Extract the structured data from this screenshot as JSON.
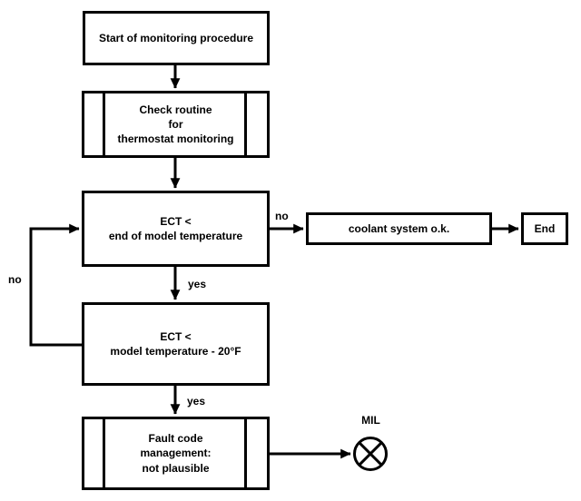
{
  "diagram": {
    "nodes": {
      "start": {
        "label": "Start of monitoring procedure"
      },
      "check_routine": {
        "label": "Check routine\nfor\nthermostat monitoring"
      },
      "ect_end_model": {
        "label": "ECT <\nend of model temperature"
      },
      "coolant_ok": {
        "label": "coolant system o.k."
      },
      "end": {
        "label": "End"
      },
      "ect_model_minus_20f": {
        "label": "ECT <\nmodel temperature - 20°F"
      },
      "fault_code": {
        "label": "Fault code\nmanagement:\nnot plausible"
      },
      "mil_lamp": {
        "label": "MIL"
      }
    },
    "edge_labels": {
      "no_to_coolant": "no",
      "yes_to_ect2": "yes",
      "yes_to_fault": "yes",
      "no_loop": "no"
    },
    "colors": {
      "line": "#000000",
      "background": "#ffffff"
    }
  }
}
